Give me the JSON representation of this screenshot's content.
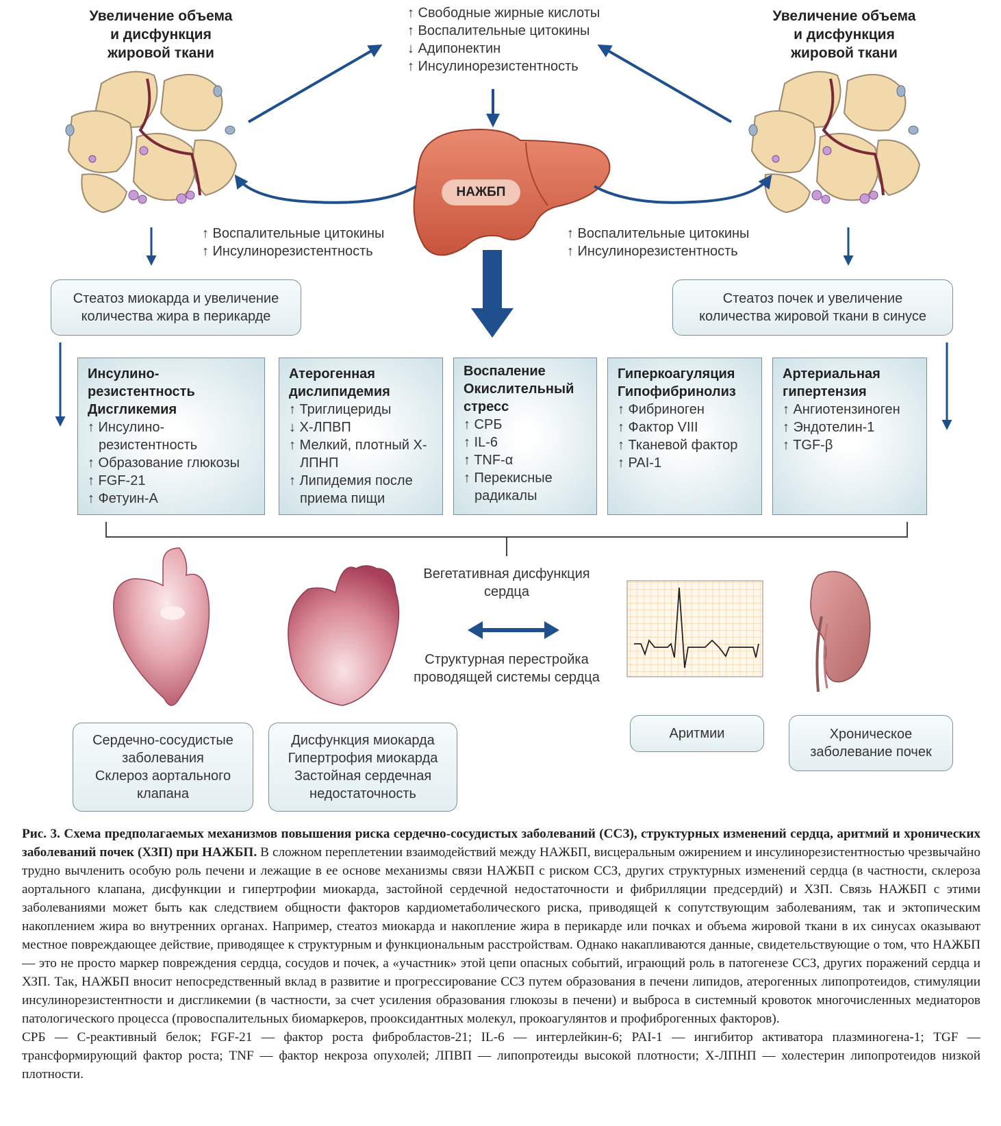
{
  "top_left_title": [
    "Увеличение объема",
    "и дисфункция",
    "жировой ткани"
  ],
  "top_right_title": [
    "Увеличение объема",
    "и дисфункция",
    "жировой ткани"
  ],
  "top_center_list": [
    "↑ Свободные жирные кислоты",
    "↑ Воспалительные цитокины",
    "↓ Адипонектин",
    "↑ Инсулинорезистентность"
  ],
  "liver_label": "НАЖБП",
  "left_mid_list": [
    "↑ Воспалительные цитокины",
    "↑ Инсулинорезистентность"
  ],
  "right_mid_list": [
    "↑ Воспалительные цитокины",
    "↑ Инсулинорезистентность"
  ],
  "steatosis_left": [
    "Стеатоз миокарда и увеличение",
    "количества жира в перикарде"
  ],
  "steatosis_right": [
    "Стеатоз почек и увеличение",
    "количества жировой ткани в синусе"
  ],
  "factor_boxes": [
    {
      "heading": [
        "Инсулино-",
        "резистентность",
        "Дисгликемия"
      ],
      "items": [
        "↑ Инсулино-резистентность",
        "↑ Образование глюкозы",
        "↑ FGF-21",
        "↑ Фетуин-А"
      ]
    },
    {
      "heading": [
        "Атерогенная",
        "дислипидемия"
      ],
      "items": [
        "↑ Триглицериды",
        "↓ Х-ЛПВП",
        "↑ Мелкий, плотный Х-ЛПНП",
        "↑ Липидемия после приема пищи"
      ]
    },
    {
      "heading": [
        "Воспаление",
        "Окислительный",
        "стресс"
      ],
      "items": [
        "↑ СРБ",
        "↑ IL-6",
        "↑ TNF-α",
        "↑ Перекисные радикалы"
      ]
    },
    {
      "heading": [
        "Гиперкоагуляция",
        "Гипофибринолиз"
      ],
      "items": [
        "↑ Фибриноген",
        "↑ Фактор VIII",
        "↑ Тканевой фактор",
        "↑ PAI-1"
      ]
    },
    {
      "heading": [
        "Артериальная",
        "гипертензия"
      ],
      "items": [
        "↑ Ангиотензиноген",
        "↑ Эндотелин-1",
        "↑ TGF-β"
      ]
    }
  ],
  "veg_dysfunction": [
    "Вегетативная дисфункция",
    "сердца"
  ],
  "structural": [
    "Структурная перестройка",
    "проводящей системы сердца"
  ],
  "outcome_boxes": [
    [
      "Сердечно-сосудистые",
      "заболевания",
      "Склероз аортального",
      "клапана"
    ],
    [
      "Дисфункция миокарда",
      "Гипертрофия миокарда",
      "Застойная сердечная",
      "недостаточность"
    ],
    [
      "Аритмии"
    ],
    [
      "Хроническое",
      "заболевание почек"
    ]
  ],
  "caption": {
    "bold": "Рис. 3. Схема предполагаемых механизмов повышения риска сердечно-сосудистых заболеваний (ССЗ), структурных изменений сердца, аритмий и хронических заболеваний почек (ХЗП) при НАЖБП.",
    "text": " В сложном переплетении взаимодействий между НАЖБП, висцеральным ожирением и инсулинорезистентностью чрезвычайно трудно вычленить особую роль печени и лежащие в ее основе механизмы связи НАЖБП с риском ССЗ, других структурных изменений сердца (в частности, склероза аортального клапана, дисфункции и гипертрофии миокарда, застойной сердечной недостаточности и фибрилляции предсердий) и ХЗП. Связь НАЖБП с этими заболеваниями может быть как следствием общности факторов кардиометаболического риска, приводящей к сопутствующим заболеваниям, так и эктопическим накоплением жира во внутренних органах. Например, стеатоз миокарда и накопление жира в перикарде или почках и объема жировой ткани в их синусах оказывают местное повреждающее действие, приводящее к структурным и функциональным расстройствам. Однако накапливаются данные, свидетельствующие о том, что НАЖБП — это не просто маркер повреждения сердца, сосудов и почек, а «участник» этой цепи опасных событий, играющий роль в патогенезе ССЗ, других поражений сердца и ХЗП. Так, НАЖБП вносит непосредственный вклад в развитие и прогрессирование ССЗ путем образования в печени липидов, атерогенных липопротеидов, стимуляции инсулинорезистентности и дисгликемии (в частности, за счет усиления образования глюкозы в печени) и выброса в системный кровоток многочисленных медиаторов патологического процесса (провоспалительных биомаркеров, прооксидантных молекул, прокоагулянтов и профиброгенных факторов).",
    "abbreviations": "СРБ — С-реактивный белок; FGF-21 — фактор роста фибробластов-21; IL-6 — интерлейкин-6; PAI-1 — ингибитор активатора плазминогена-1; TGF — трансформирующий фактор роста; TNF — фактор некроза опухолей; ЛПВП — липопротеиды высокой плотности; Х-ЛПНП — холестерин липопротеидов низкой плотности."
  },
  "colors": {
    "arrow": "#1f4f8c",
    "liver": "#d9735c",
    "fat": "#f1d9ab",
    "box_border": "#7a8f97",
    "box_fill": "#cfe2e7"
  }
}
